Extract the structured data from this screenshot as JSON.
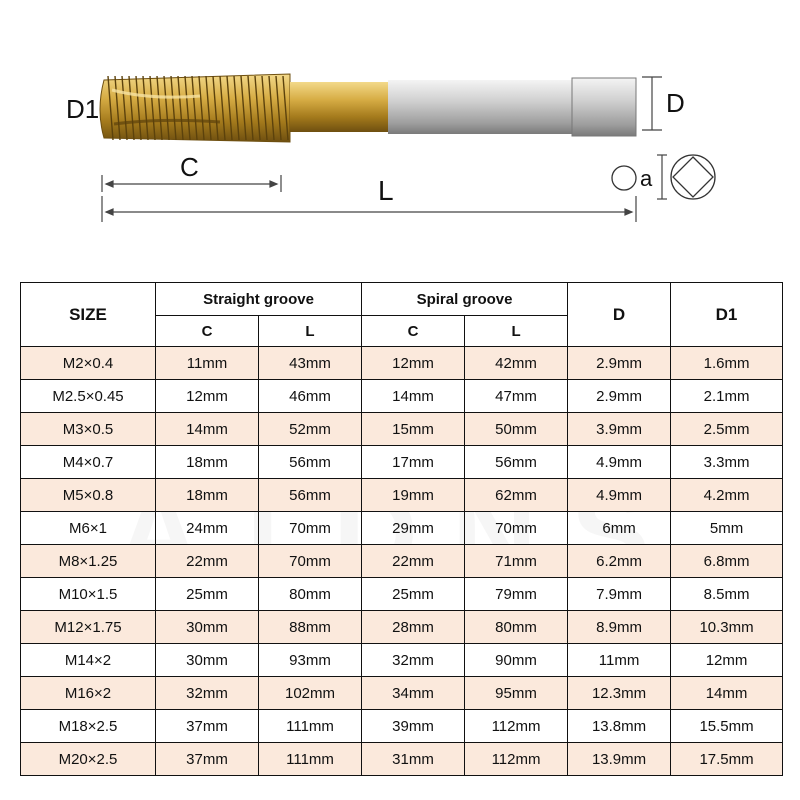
{
  "diagram": {
    "labels": {
      "d1": "D1",
      "d": "D",
      "c": "C",
      "l": "L",
      "a": "a"
    }
  },
  "table": {
    "header": {
      "size": "SIZE",
      "straight": "Straight groove",
      "spiral": "Spiral groove",
      "d": "D",
      "d1": "D1",
      "c": "C",
      "l": "L"
    },
    "rows": [
      [
        "M2×0.4",
        "11mm",
        "43mm",
        "12mm",
        "42mm",
        "2.9mm",
        "1.6mm"
      ],
      [
        "M2.5×0.45",
        "12mm",
        "46mm",
        "14mm",
        "47mm",
        "2.9mm",
        "2.1mm"
      ],
      [
        "M3×0.5",
        "14mm",
        "52mm",
        "15mm",
        "50mm",
        "3.9mm",
        "2.5mm"
      ],
      [
        "M4×0.7",
        "18mm",
        "56mm",
        "17mm",
        "56mm",
        "4.9mm",
        "3.3mm"
      ],
      [
        "M5×0.8",
        "18mm",
        "56mm",
        "19mm",
        "62mm",
        "4.9mm",
        "4.2mm"
      ],
      [
        "M6×1",
        "24mm",
        "70mm",
        "29mm",
        "70mm",
        "6mm",
        "5mm"
      ],
      [
        "M8×1.25",
        "22mm",
        "70mm",
        "22mm",
        "71mm",
        "6.2mm",
        "6.8mm"
      ],
      [
        "M10×1.5",
        "25mm",
        "80mm",
        "25mm",
        "79mm",
        "7.9mm",
        "8.5mm"
      ],
      [
        "M12×1.75",
        "30mm",
        "88mm",
        "28mm",
        "80mm",
        "8.9mm",
        "10.3mm"
      ],
      [
        "M14×2",
        "30mm",
        "93mm",
        "32mm",
        "90mm",
        "11mm",
        "12mm"
      ],
      [
        "M16×2",
        "32mm",
        "102mm",
        "34mm",
        "95mm",
        "12.3mm",
        "14mm"
      ],
      [
        "M18×2.5",
        "37mm",
        "111mm",
        "39mm",
        "112mm",
        "13.8mm",
        "15.5mm"
      ],
      [
        "M20×2.5",
        "37mm",
        "111mm",
        "31mm",
        "112mm",
        "13.9mm",
        "17.5mm"
      ]
    ],
    "alt_row_color": "#fbe9dc"
  },
  "watermark": {
    "text": "ATDNS"
  },
  "colors": {
    "titanium_gold": "#c9a23a",
    "shank_silver": "#c8c8c8",
    "dimension_line": "#444444"
  }
}
